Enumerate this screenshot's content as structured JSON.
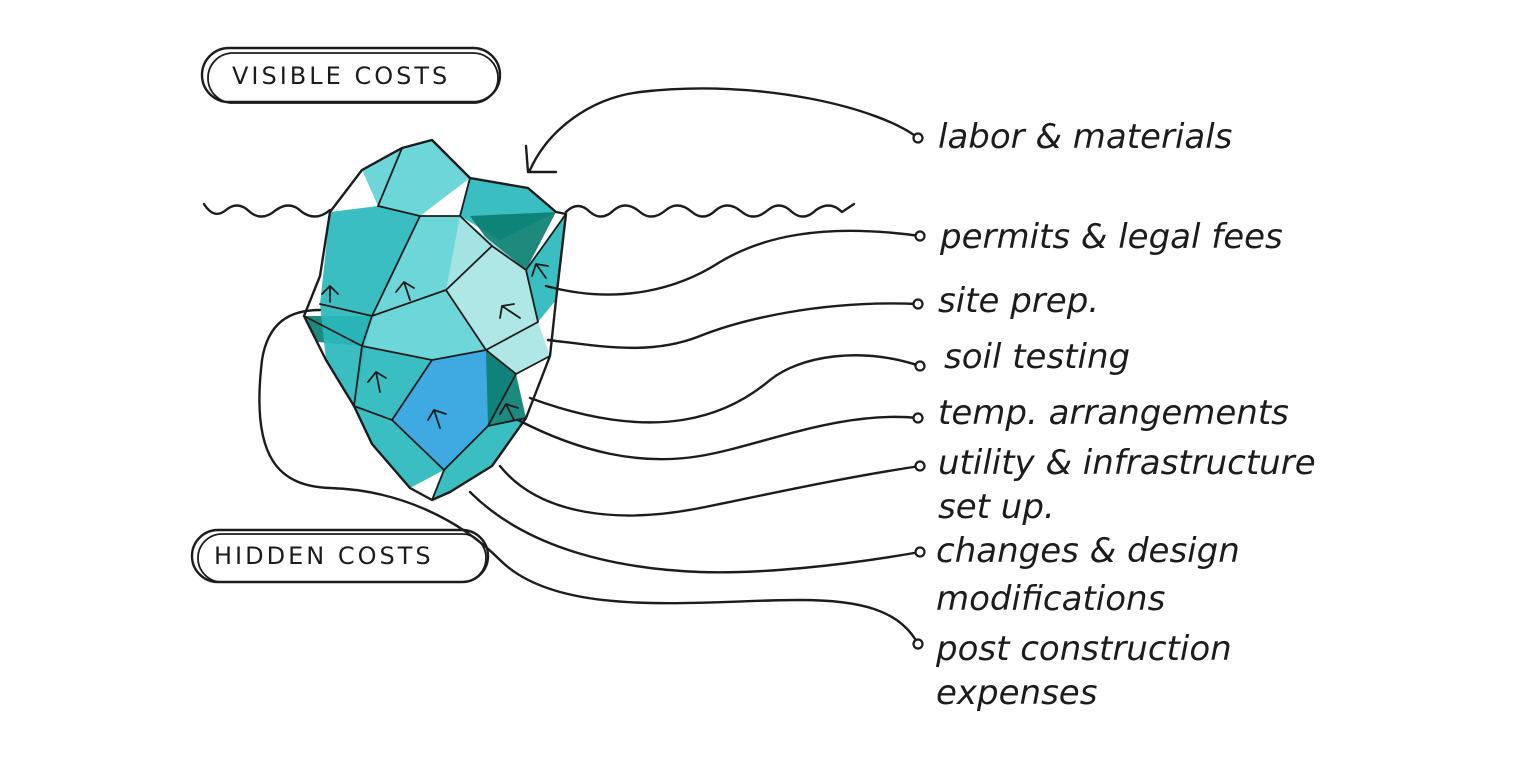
{
  "labels": {
    "visible": "VISIBLE COSTS",
    "hidden": "HIDDEN COSTS"
  },
  "items": [
    {
      "lines": [
        "labor & materials"
      ]
    },
    {
      "lines": [
        "permits & legal fees"
      ]
    },
    {
      "lines": [
        "site prep."
      ]
    },
    {
      "lines": [
        "soil testing"
      ]
    },
    {
      "lines": [
        "temp. arrangements"
      ]
    },
    {
      "lines": [
        "utility & infrastructure",
        "set up."
      ]
    },
    {
      "lines": [
        "changes & design",
        "modifications"
      ]
    },
    {
      "lines": [
        "post construction",
        "expenses"
      ]
    }
  ],
  "colors": {
    "ice_light": "#5fd2d6",
    "ice_mid": "#2ab8bc",
    "ice_dark": "#0b7f72",
    "ice_blue": "#2fa3df",
    "ink": "#1c1c1c"
  }
}
